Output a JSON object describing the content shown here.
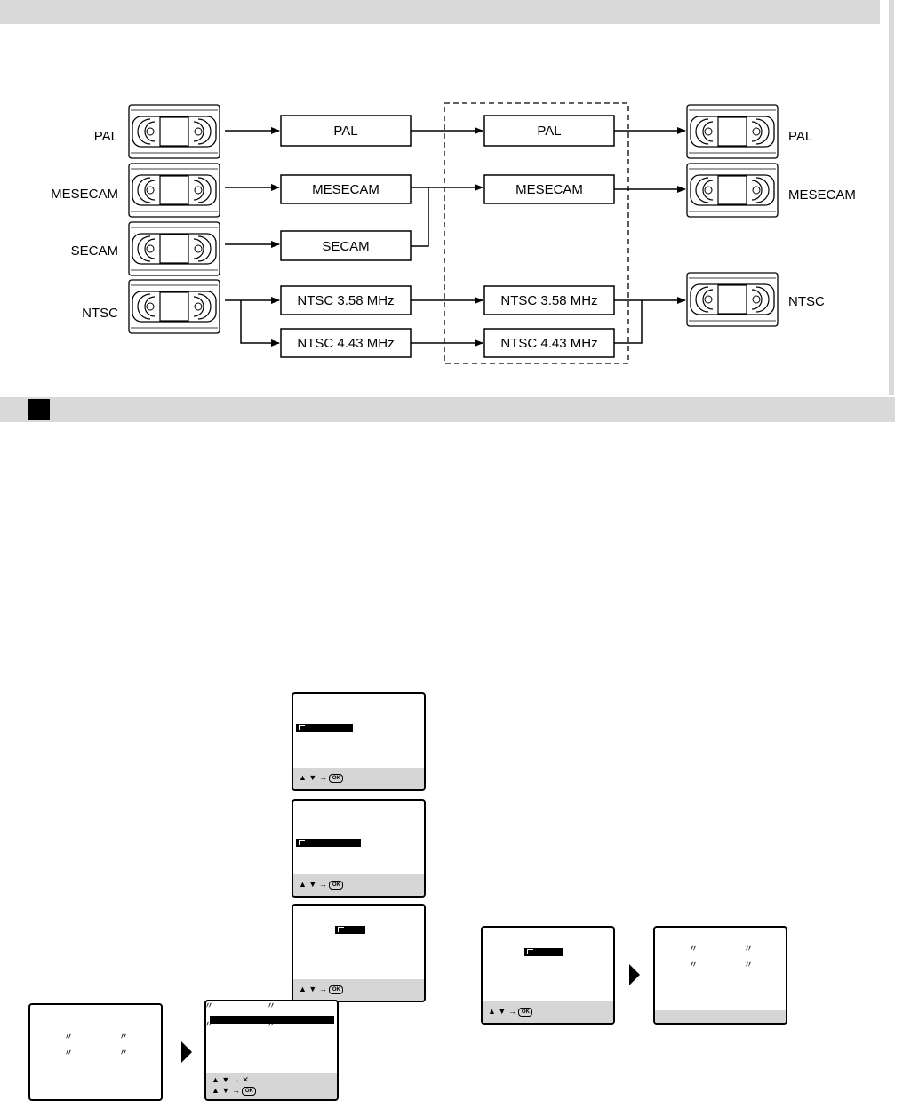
{
  "diagram": {
    "source_labels": [
      "PAL",
      "MESECAM",
      "SECAM",
      "NTSC"
    ],
    "recorded_labels": [
      "PAL",
      "MESECAM",
      "SECAM",
      "NTSC 3.58 MHz",
      "NTSC 4.43 MHz"
    ],
    "playback_labels": [
      "PAL",
      "MESECAM",
      "NTSC 3.58 MHz",
      "NTSC 4.43 MHz"
    ],
    "output_labels": [
      "PAL",
      "MESECAM",
      "NTSC"
    ]
  },
  "osd": {
    "nav_select_ok": "▲ ▼ → ",
    "nav_select_cancel": "▲ ▼ → ✕",
    "ok_glyph": "OK"
  },
  "colors": {
    "band": "#d9d9d9",
    "nav_bar": "#d6d6d6",
    "ink": "#000000"
  },
  "icons": [
    "vhs-cassette-icon",
    "hand-pointer-icon",
    "step-arrow-icon"
  ]
}
